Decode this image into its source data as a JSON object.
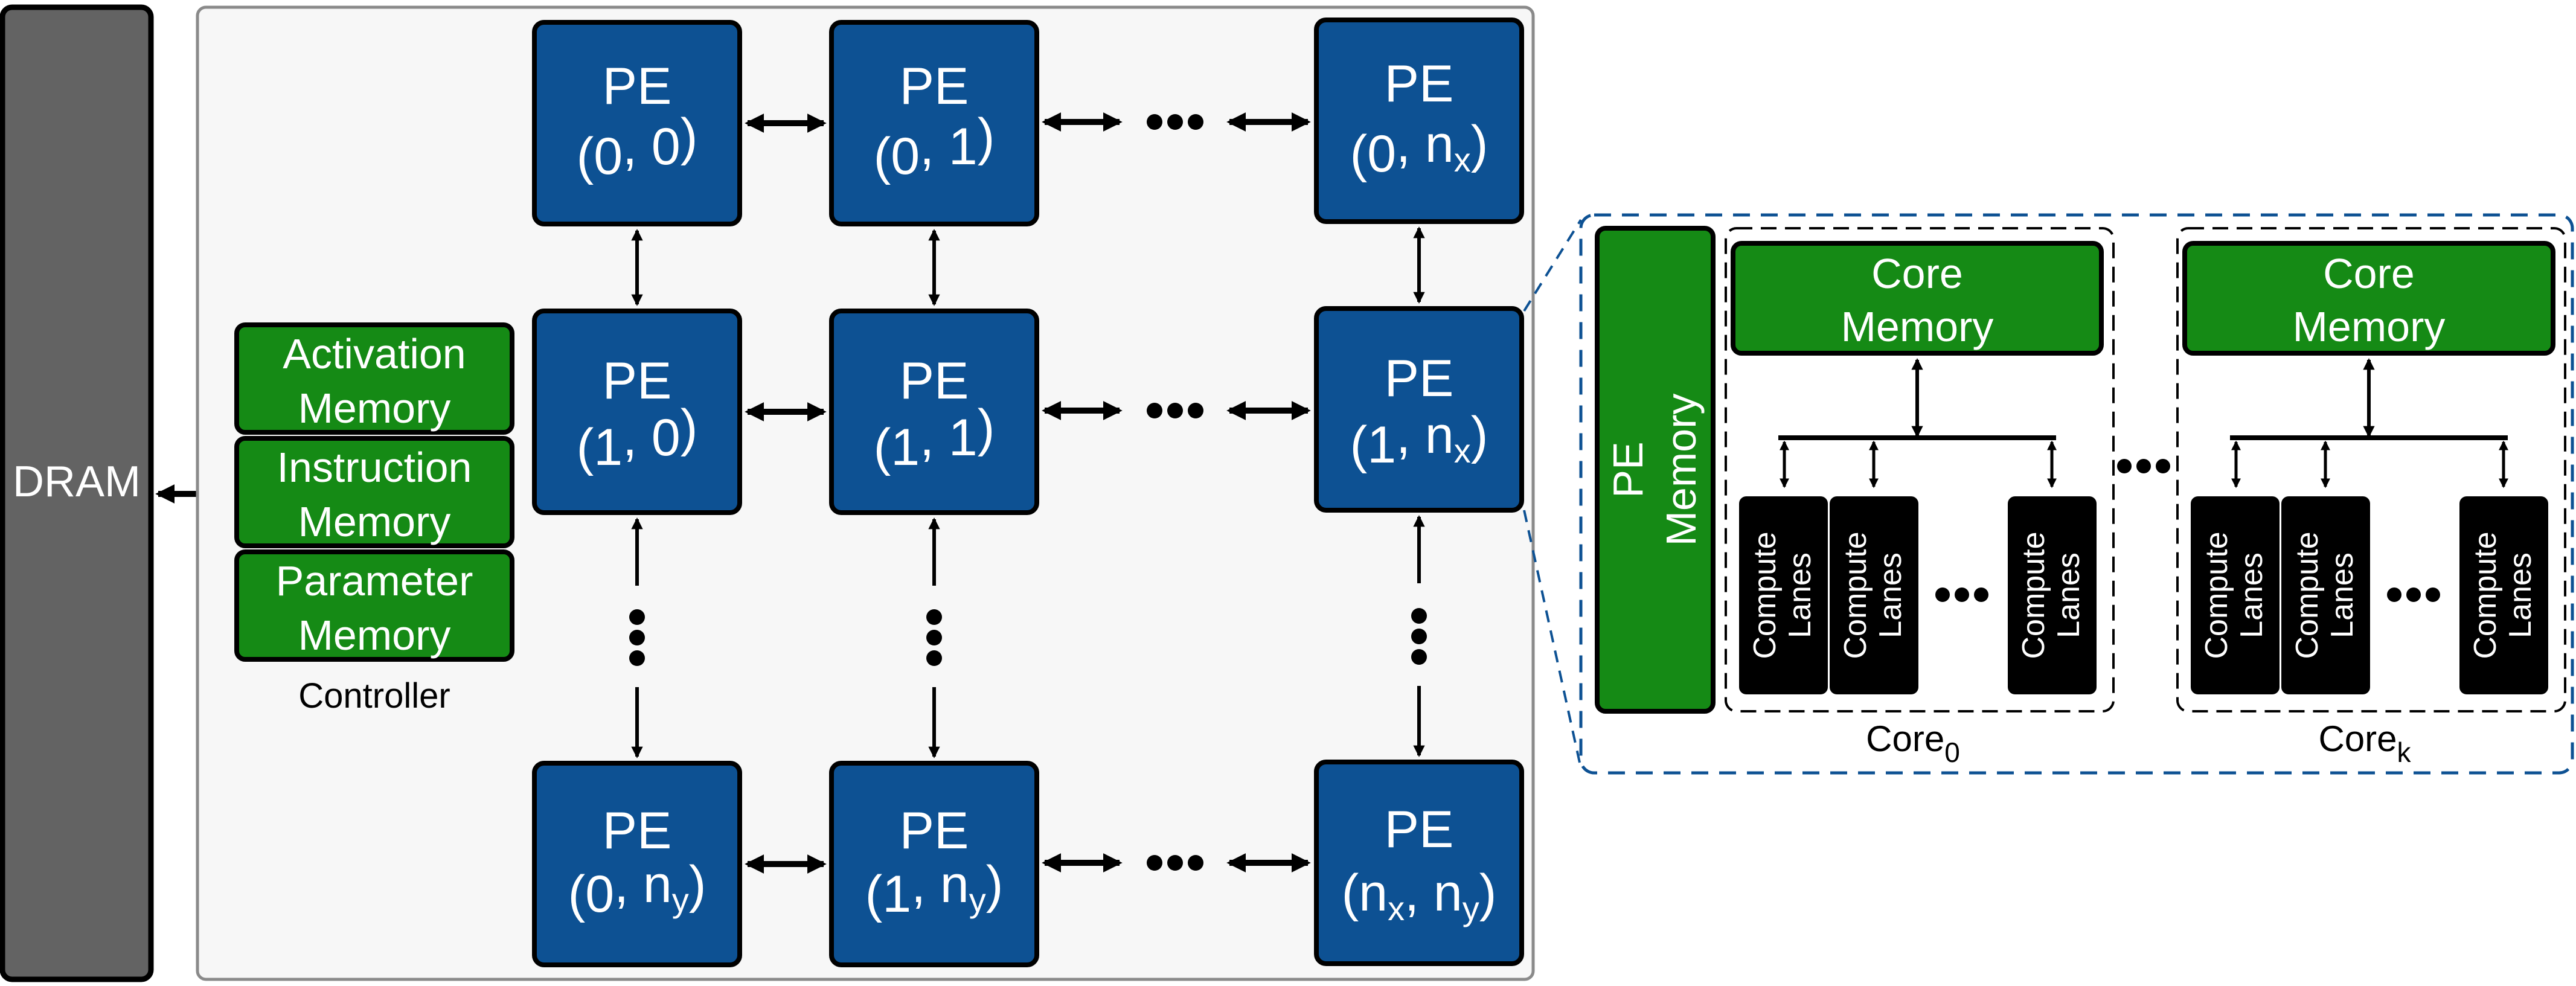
{
  "colors": {
    "pe_fill": "#0d5193",
    "memory_fill": "#158a15",
    "dram_fill": "#636363",
    "lane_fill": "#000000",
    "panel_fill": "#f7f7f7",
    "zoom_border": "#0d5193"
  },
  "dram": {
    "label": "DRAM"
  },
  "controller": {
    "caption": "Controller",
    "memories": [
      {
        "line1": "Activation",
        "line2": "Memory"
      },
      {
        "line1": "Instruction",
        "line2": "Memory"
      },
      {
        "line1": "Parameter",
        "line2": "Memory"
      }
    ]
  },
  "pe_grid": {
    "prefix": "PE",
    "rows": [
      [
        {
          "a": "0",
          "a_sub": "",
          "b": "0",
          "b_sub": ""
        },
        {
          "a": "0",
          "a_sub": "",
          "b": "1",
          "b_sub": ""
        },
        {
          "a": "0",
          "a_sub": "",
          "b": "n",
          "b_sub": "x"
        }
      ],
      [
        {
          "a": "1",
          "a_sub": "",
          "b": "0",
          "b_sub": ""
        },
        {
          "a": "1",
          "a_sub": "",
          "b": "1",
          "b_sub": ""
        },
        {
          "a": "1",
          "a_sub": "",
          "b": "n",
          "b_sub": "x"
        }
      ],
      [
        {
          "a": "0",
          "a_sub": "",
          "b": "n",
          "b_sub": "y"
        },
        {
          "a": "1",
          "a_sub": "",
          "b": "n",
          "b_sub": "y"
        },
        {
          "a": "n",
          "a_sub": "x",
          "b": "n",
          "b_sub": "y"
        }
      ]
    ]
  },
  "pe_detail": {
    "pe_memory": {
      "line1": "PE",
      "line2": "Memory"
    },
    "cores": [
      {
        "memory_line1": "Core",
        "memory_line2": "Memory",
        "label": "Core",
        "label_sub": "0",
        "lanes": [
          {
            "line1": "Compute",
            "line2": "Lanes"
          },
          {
            "line1": "Compute",
            "line2": "Lanes"
          },
          {
            "line1": "Compute",
            "line2": "Lanes"
          }
        ]
      },
      {
        "memory_line1": "Core",
        "memory_line2": "Memory",
        "label": "Core",
        "label_sub": "k",
        "lanes": [
          {
            "line1": "Compute",
            "line2": "Lanes"
          },
          {
            "line1": "Compute",
            "line2": "Lanes"
          },
          {
            "line1": "Compute",
            "line2": "Lanes"
          }
        ]
      }
    ]
  }
}
